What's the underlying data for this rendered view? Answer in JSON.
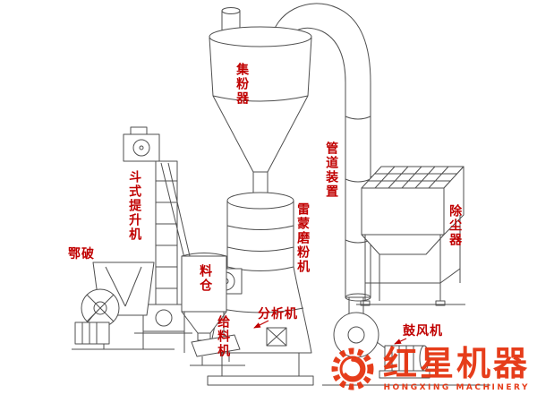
{
  "labels": {
    "powder_collector": "集粉器",
    "pipeline_device": "管道装置",
    "dust_collector": "除尘器",
    "bucket_elevator": "斗式提升机",
    "jaw_crusher": "鄂破",
    "hopper": "料仓",
    "raymond_mill": "雷蒙磨粉机",
    "analyzer": "分析机",
    "feeder": "给料机",
    "blower": "鼓风机"
  },
  "logo": {
    "brand": "红星机器",
    "brand_en": "HONGXING MACHINERY"
  },
  "colors": {
    "label_red": "#c00000",
    "line_gray": "#4f4f4f",
    "brand_red": "#e5330f",
    "background": "#ffffff"
  }
}
